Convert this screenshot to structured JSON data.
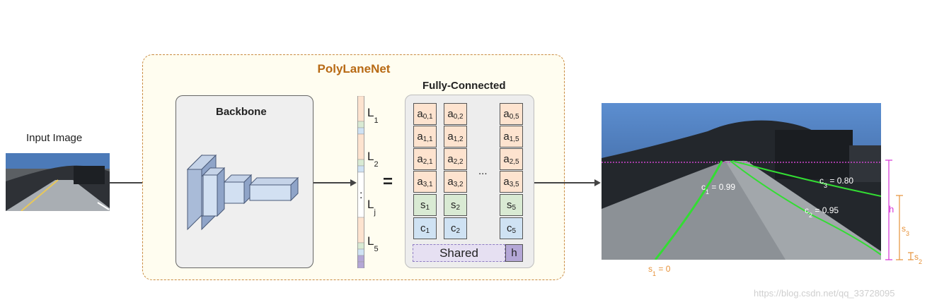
{
  "input_label": "Input Image",
  "title": "PolyLaneNet",
  "backbone_label": "Backbone",
  "fc_label": "Fully-Connected",
  "equals": "=",
  "ellipsis": "...",
  "vertical_dots": ":",
  "lane_vectors": [
    {
      "base": "L",
      "sub": "1"
    },
    {
      "base": "L",
      "sub": "2"
    },
    {
      "base": "L",
      "sub": "j"
    },
    {
      "base": "L",
      "sub": "5"
    }
  ],
  "columns": [
    {
      "a": [
        {
          "b": "a",
          "s": "0,1"
        },
        {
          "b": "a",
          "s": "1,1"
        },
        {
          "b": "a",
          "s": "2,1"
        },
        {
          "b": "a",
          "s": "3,1"
        }
      ],
      "s": {
        "b": "s",
        "s": "1"
      },
      "c": {
        "b": "c",
        "s": "1"
      }
    },
    {
      "a": [
        {
          "b": "a",
          "s": "0,2"
        },
        {
          "b": "a",
          "s": "1,2"
        },
        {
          "b": "a",
          "s": "2,2"
        },
        {
          "b": "a",
          "s": "3,2"
        }
      ],
      "s": {
        "b": "s",
        "s": "2"
      },
      "c": {
        "b": "c",
        "s": "2"
      }
    },
    {
      "a": [
        {
          "b": "a",
          "s": "0,5"
        },
        {
          "b": "a",
          "s": "1,5"
        },
        {
          "b": "a",
          "s": "2,5"
        },
        {
          "b": "a",
          "s": "3,5"
        }
      ],
      "s": {
        "b": "s",
        "s": "5"
      },
      "c": {
        "b": "c",
        "s": "5"
      }
    }
  ],
  "shared_label": "Shared",
  "h_label": "h",
  "output": {
    "c1": {
      "b": "c",
      "s": "1",
      "v": " = 0.99"
    },
    "c2": {
      "b": "c",
      "s": "2",
      "v": " = 0.95"
    },
    "c3": {
      "b": "c",
      "s": "3",
      "v": " = 0.80"
    },
    "s1": {
      "b": "s",
      "s": "1",
      "v": " = 0"
    },
    "s2": {
      "b": "s",
      "s": "2"
    },
    "s3": {
      "b": "s",
      "s": "3"
    },
    "h": "h"
  },
  "watermark": "https://blog.csdn.net/qq_33728095",
  "colors": {
    "accent": "#b86a14",
    "lane": "#33dd33",
    "h": "#d633d6",
    "s": "#e69138"
  }
}
